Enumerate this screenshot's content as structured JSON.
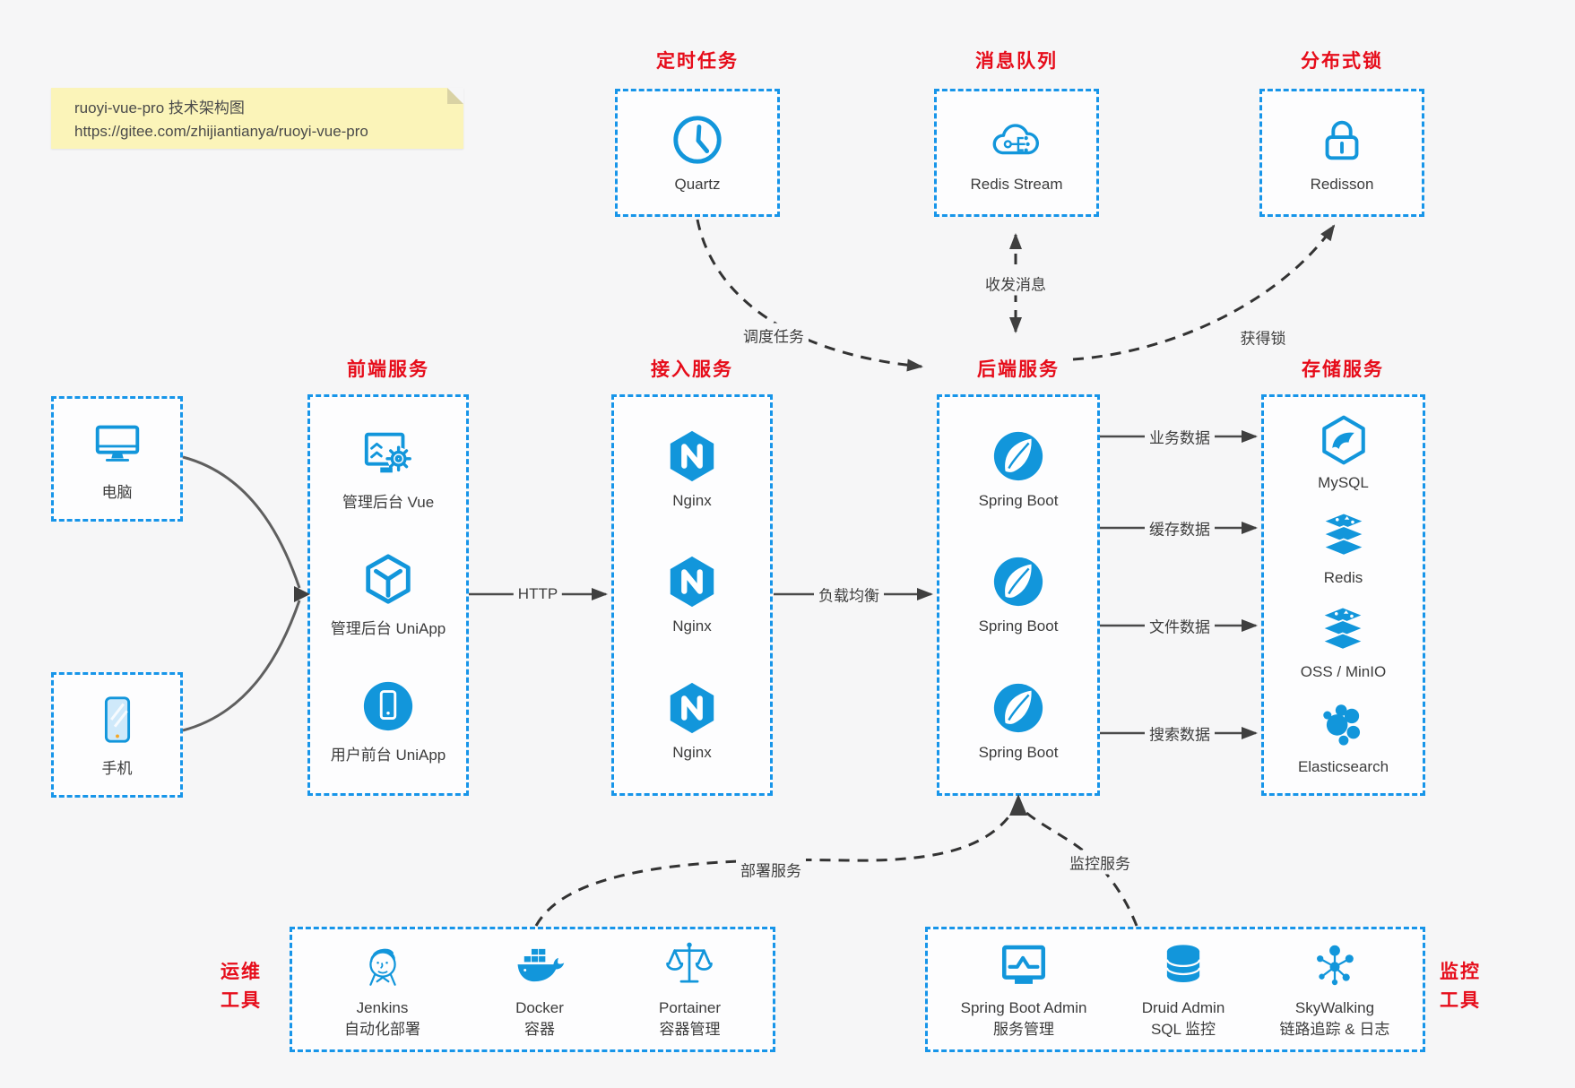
{
  "note": {
    "line1": "ruoyi-vue-pro 技术架构图",
    "line2": "https://gitee.com/zhijiantianya/ruoyi-vue-pro"
  },
  "colors": {
    "box_border_blue": "#1795e9",
    "icon_blue": "#1296db",
    "title_red": "#e60c1a",
    "note_bg": "#fbf4b9",
    "arrow_gray": "#4a4a4a",
    "dashed_arrow_black": "#333333",
    "background": "#f6f6f7"
  },
  "top_groups": [
    {
      "title": "定时任务",
      "items": [
        {
          "icon": "clock-icon",
          "label": "Quartz"
        }
      ]
    },
    {
      "title": "消息队列",
      "items": [
        {
          "icon": "cloud-stream-icon",
          "label": "Redis Stream"
        }
      ]
    },
    {
      "title": "分布式锁",
      "items": [
        {
          "icon": "lock-icon",
          "label": "Redisson"
        }
      ]
    }
  ],
  "clients": [
    {
      "icon": "desktop-icon",
      "label": "电脑"
    },
    {
      "icon": "phone-icon",
      "label": "手机"
    }
  ],
  "columns": [
    {
      "title": "前端服务",
      "items": [
        {
          "icon": "admin-vue-icon",
          "label": "管理后台 Vue"
        },
        {
          "icon": "uniapp-cube-icon",
          "label": "管理后台 UniApp"
        },
        {
          "icon": "user-app-icon",
          "label": "用户前台 UniApp"
        }
      ]
    },
    {
      "title": "接入服务",
      "items": [
        {
          "icon": "nginx-icon",
          "label": "Nginx"
        },
        {
          "icon": "nginx-icon",
          "label": "Nginx"
        },
        {
          "icon": "nginx-icon",
          "label": "Nginx"
        }
      ]
    },
    {
      "title": "后端服务",
      "items": [
        {
          "icon": "spring-boot-icon",
          "label": "Spring Boot"
        },
        {
          "icon": "spring-boot-icon",
          "label": "Spring Boot"
        },
        {
          "icon": "spring-boot-icon",
          "label": "Spring Boot"
        }
      ]
    },
    {
      "title": "存储服务",
      "items": [
        {
          "icon": "mysql-icon",
          "label": "MySQL"
        },
        {
          "icon": "redis-stack-icon",
          "label": "Redis"
        },
        {
          "icon": "storage-stack-icon",
          "label": "OSS / MinIO"
        },
        {
          "icon": "elasticsearch-icon",
          "label": "Elasticsearch"
        }
      ]
    }
  ],
  "bottom_groups": [
    {
      "title_line1": "运维",
      "title_line2": "工具",
      "items": [
        {
          "icon": "jenkins-icon",
          "label": "Jenkins",
          "sublabel": "自动化部署"
        },
        {
          "icon": "docker-icon",
          "label": "Docker",
          "sublabel": "容器"
        },
        {
          "icon": "portainer-icon",
          "label": "Portainer",
          "sublabel": "容器管理"
        }
      ]
    },
    {
      "title_line1": "监控",
      "title_line2": "工具",
      "items": [
        {
          "icon": "spring-boot-admin-icon",
          "label": "Spring Boot Admin",
          "sublabel": "服务管理"
        },
        {
          "icon": "druid-icon",
          "label": "Druid Admin",
          "sublabel": "SQL 监控"
        },
        {
          "icon": "skywalking-icon",
          "label": "SkyWalking",
          "sublabel": "链路追踪 & 日志"
        }
      ]
    }
  ],
  "edges": {
    "http": "HTTP",
    "load_balance": "负载均衡",
    "schedule": "调度任务",
    "message": "收发消息",
    "lock": "获得锁",
    "business_data": "业务数据",
    "cache_data": "缓存数据",
    "file_data": "文件数据",
    "search_data": "搜索数据",
    "deploy": "部署服务",
    "monitor": "监控服务"
  }
}
